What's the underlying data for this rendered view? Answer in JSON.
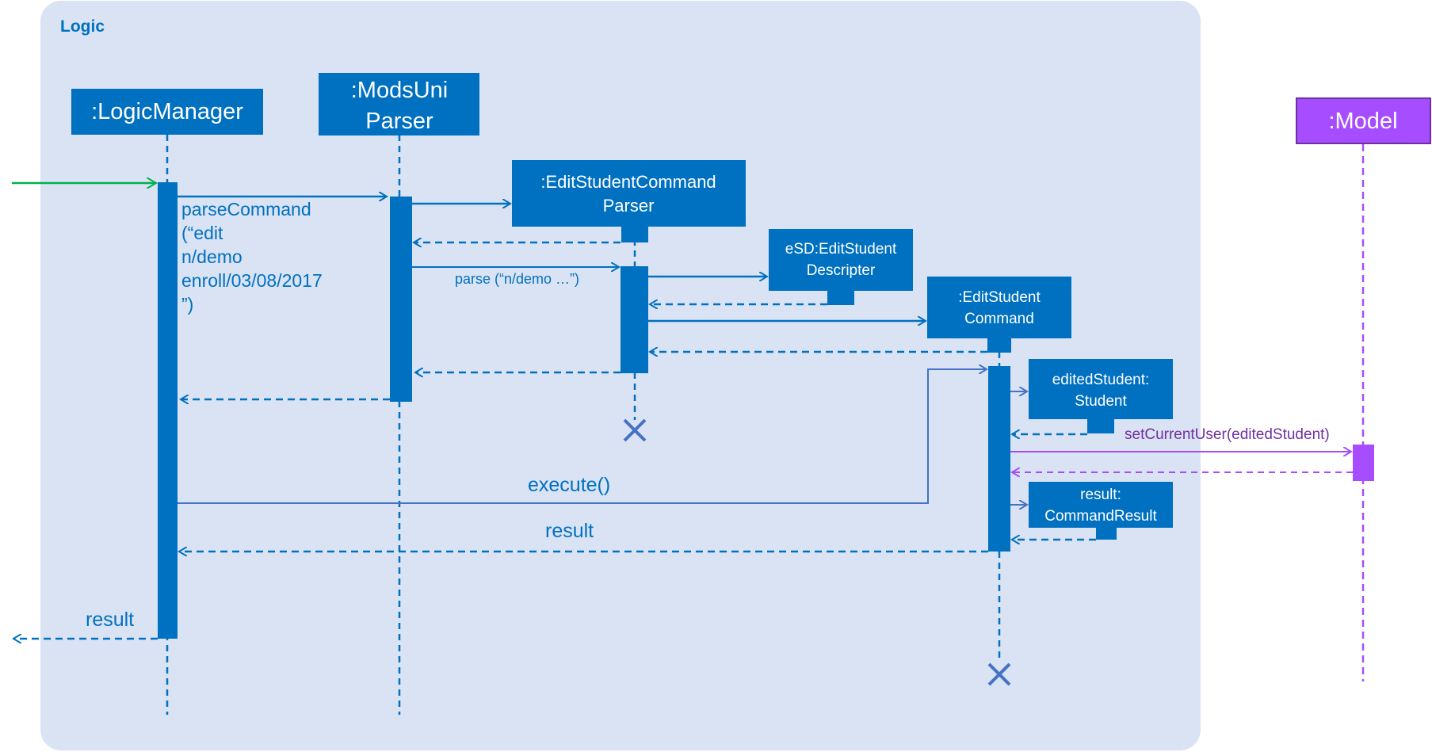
{
  "frame": {
    "title": "Logic"
  },
  "colors": {
    "frame_fill": "#dae3f3",
    "primary": "#0070c0",
    "arrow_blue": "#4472c4",
    "model": "#a64dff",
    "model_text": "#7030a0",
    "entry_arrow": "#00b050",
    "white": "#ffffff"
  },
  "participants": {
    "logic_manager": {
      "label": ":LogicManager"
    },
    "parser": {
      "label_line1": ":ModsUni",
      "label_line2": "Parser"
    },
    "edit_parser": {
      "label_line1": ":EditStudentCommand",
      "label_line2": "Parser"
    },
    "descriptor": {
      "label_line1": "eSD:EditStudent",
      "label_line2": "Descripter"
    },
    "edit_command": {
      "label_line1": ":EditStudent",
      "label_line2": "Command"
    },
    "edited_student": {
      "label_line1": "editedStudent:",
      "label_line2": "Student"
    },
    "command_result": {
      "label_line1": "result:",
      "label_line2": "CommandResult"
    },
    "model": {
      "label": ":Model"
    }
  },
  "messages": {
    "parse_command": {
      "line1": "parseCommand",
      "line2": "(“edit",
      "line3": "n/demo",
      "line4": "enroll/03/08/2017",
      "line5": "”)"
    },
    "parse": {
      "label": "parse (“n/demo …”)"
    },
    "set_current_user": {
      "label": "setCurrentUser(editedStudent)"
    },
    "execute": {
      "label": "execute()"
    },
    "result_return": {
      "label": "result"
    },
    "result_out": {
      "label": "result"
    }
  }
}
